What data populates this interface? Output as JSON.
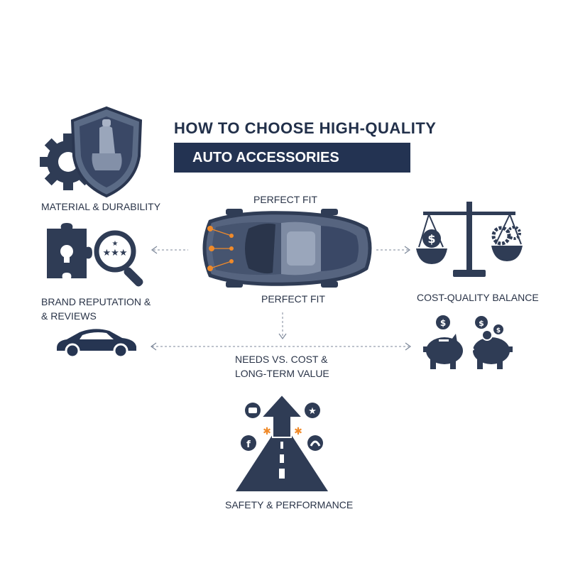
{
  "header": {
    "title": "HOW TO CHOOSE HIGH-QUALITY",
    "subtitle": "AUTO ACCESSORIES"
  },
  "labels": {
    "material": "MATERIAL & DURABILITY",
    "fit_top": "PERFECT FIT",
    "fit_bottom": "PERFECT FIT",
    "brand_line1": "BRAND REPUTATION &",
    "brand_line2": "& REVIEWS",
    "cost_quality": "COST-QUALITY BALANCE",
    "needs_line1": "NEEDS VS. COST &",
    "needs_line2": "LONG-TERM VALUE",
    "safety": "SAFETY & PERFORMANCE"
  },
  "icons": {
    "shield_seat": "shield-seat-icon",
    "gear": "gear-icon",
    "puzzle": "puzzle-icon",
    "magnifier_stars": "magnifier-stars-icon",
    "car_side": "car-side-icon",
    "car_top": "car-top-view-icon",
    "scale": "balance-scale-icon",
    "piggy_banks": "piggy-bank-icon",
    "road_arrow": "road-arrow-icon"
  },
  "colors": {
    "navy": "#233352",
    "steel": "#5d6b85",
    "accent_orange": "#f08a2a"
  }
}
